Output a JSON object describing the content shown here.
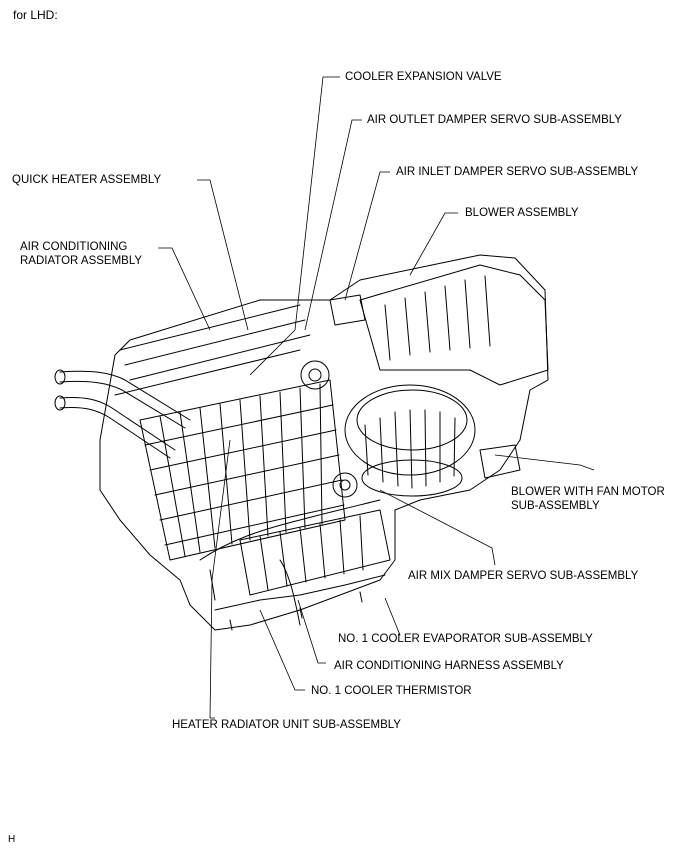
{
  "header": "for LHD:",
  "footer_code": "H",
  "labels": {
    "cooler_expansion_valve": "COOLER EXPANSION VALVE",
    "air_outlet_damper_servo": "AIR OUTLET DAMPER SERVO SUB-ASSEMBLY",
    "air_inlet_damper_servo": "AIR INLET DAMPER SERVO SUB-ASSEMBLY",
    "quick_heater_assembly": "QUICK HEATER ASSEMBLY",
    "blower_assembly": "BLOWER ASSEMBLY",
    "ac_radiator_assembly": "AIR CONDITIONING\nRADIATOR ASSEMBLY",
    "blower_with_fan_motor": "BLOWER WITH FAN MOTOR\nSUB-ASSEMBLY",
    "air_mix_damper_servo": "AIR MIX DAMPER SERVO SUB-ASSEMBLY",
    "no1_cooler_evaporator": "NO. 1 COOLER EVAPORATOR SUB-ASSEMBLY",
    "ac_harness_assembly": "AIR CONDITIONING HARNESS ASSEMBLY",
    "no1_cooler_thermistor": "NO. 1 COOLER THERMISTOR",
    "heater_radiator_unit": "HEATER RADIATOR UNIT SUB-ASSEMBLY"
  }
}
